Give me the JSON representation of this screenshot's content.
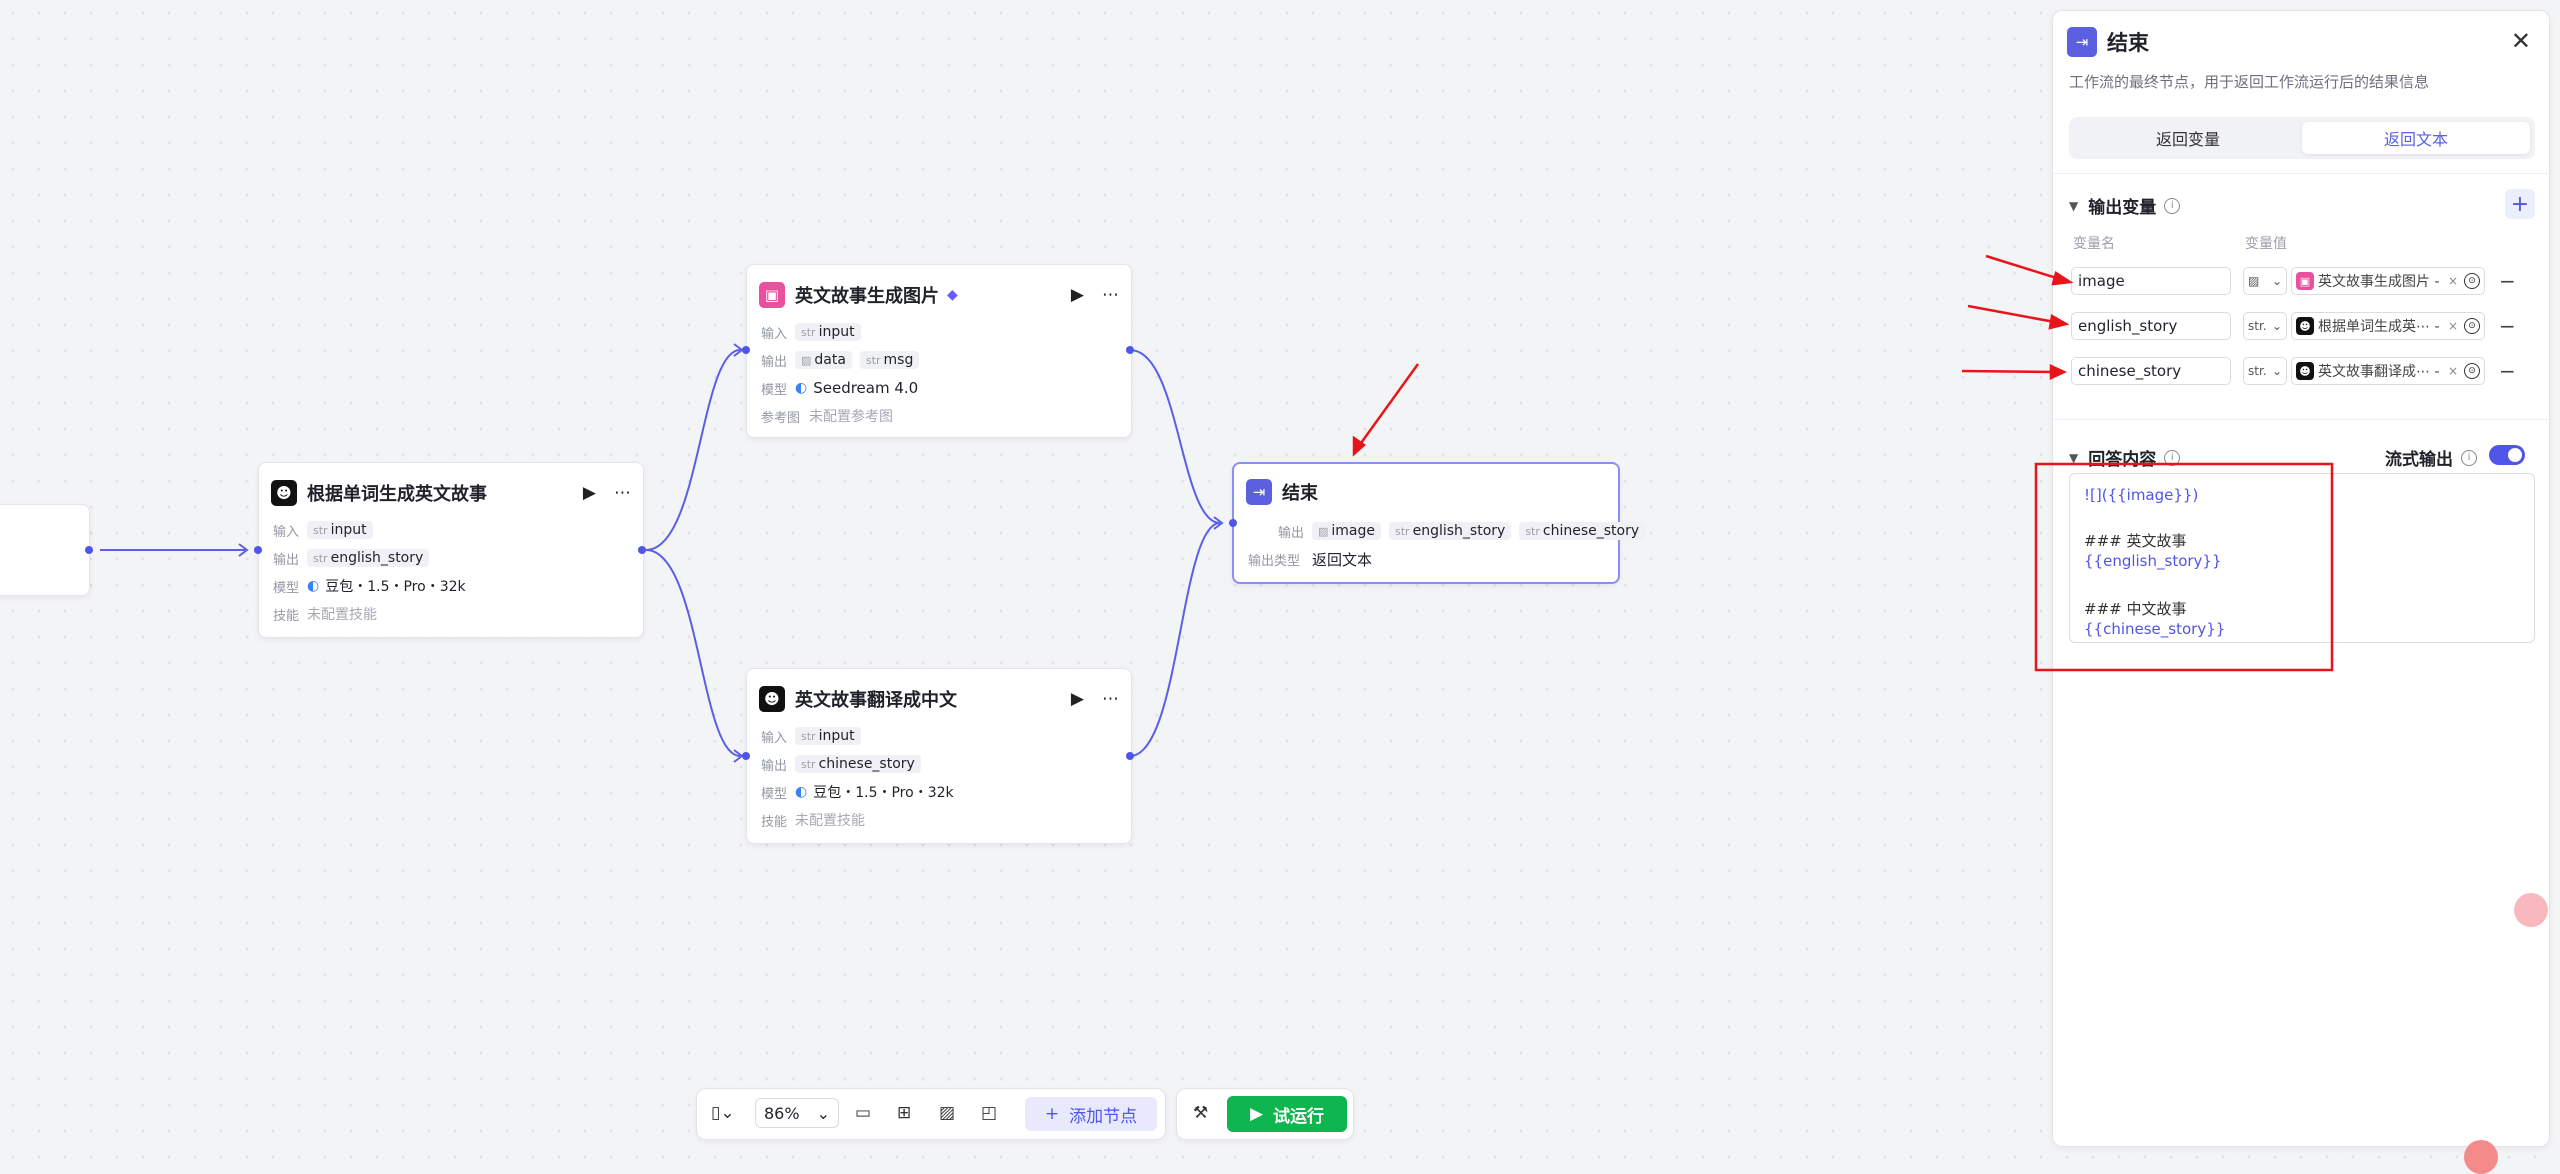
{
  "colors": {
    "accent": "#4f55e6",
    "run": "#0fb64f",
    "image_node": "#e9509e",
    "annotation": "#e8141b"
  },
  "nodes": {
    "gen_story": {
      "title": "根据单词生成英文故事",
      "input_label": "输入",
      "input_type": "str",
      "input_var": "input",
      "output_label": "输出",
      "output_type": "str",
      "output_var": "english_story",
      "model_label": "模型",
      "model": "豆包・1.5・Pro・32k",
      "skill_label": "技能",
      "skill": "未配置技能"
    },
    "gen_image": {
      "title": "英文故事生成图片",
      "input_label": "输入",
      "input_type": "str",
      "input_var": "input",
      "output_label": "输出",
      "output_var1": "data",
      "output_type2": "str",
      "output_var2": "msg",
      "model_label": "模型",
      "model": "Seedream 4.0",
      "ref_label": "参考图",
      "ref": "未配置参考图"
    },
    "translate": {
      "title": "英文故事翻译成中文",
      "input_label": "输入",
      "input_type": "str",
      "input_var": "input",
      "output_label": "输出",
      "output_type": "str",
      "output_var": "chinese_story",
      "model_label": "模型",
      "model": "豆包・1.5・Pro・32k",
      "skill_label": "技能",
      "skill": "未配置技能"
    },
    "end": {
      "title": "结束",
      "output_label": "输出",
      "out1": "image",
      "out2_type": "str",
      "out2": "english_story",
      "out3_type": "str",
      "out3": "chinese_story",
      "otype_label": "输出类型",
      "otype": "返回文本"
    }
  },
  "panel": {
    "title": "结束",
    "description": "工作流的最终节点，用于返回工作流运行后的结果信息",
    "tabs": [
      "返回变量",
      "返回文本"
    ],
    "output_section": "输出变量",
    "col_name": "变量名",
    "col_value": "变量值",
    "vars": [
      {
        "name": "image",
        "type": "",
        "ref": "英文故事生成图片 -"
      },
      {
        "name": "english_story",
        "type": "str.",
        "ref": "根据单词生成英⋯ -"
      },
      {
        "name": "chinese_story",
        "type": "str.",
        "ref": "英文故事翻译成⋯ -"
      }
    ],
    "answer_section": "回答内容",
    "stream_label": "流式输出",
    "answer_lines": [
      "![]({{image}})",
      "### 英文故事",
      "{{english_story}}",
      "### 中文故事",
      "{{chinese_story}}"
    ]
  },
  "toolbar": {
    "zoom": "86%",
    "add_node": "添加节点",
    "run": "试运行"
  }
}
